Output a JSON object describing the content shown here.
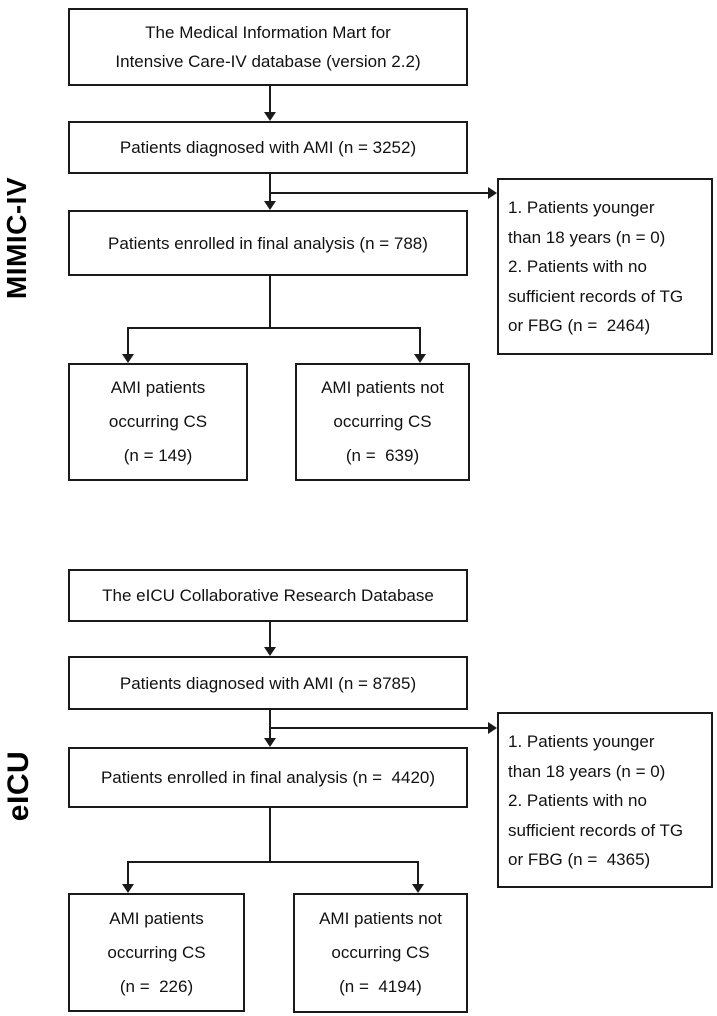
{
  "page": {
    "background_color": "#ffffff",
    "line_color": "#1a1a1a"
  },
  "charts": [
    {
      "side_label": "MIMIC-IV",
      "database_box": {
        "lines": [
          "The Medical Information Mart for",
          "Intensive Care-IV database (version 2.2)"
        ]
      },
      "diagnosed_box": {
        "text": "Patients diagnosed with AMI (n = 3252)"
      },
      "exclusion_box": {
        "lines": [
          "1. Patients younger",
          "than 18 years (n = 0)",
          "2. Patients with no",
          "sufficient records of TG",
          "or FBG (n =  2464)"
        ]
      },
      "enrolled_box": {
        "text": "Patients enrolled in final analysis (n = 788)"
      },
      "cs_box": {
        "lines": [
          "AMI patients",
          "occurring CS",
          "(n = 149)"
        ]
      },
      "no_cs_box": {
        "lines": [
          "AMI patients not",
          "occurring CS",
          "(n =  639)"
        ]
      }
    },
    {
      "side_label": "eICU",
      "database_box": {
        "text": "The eICU Collaborative Research Database"
      },
      "diagnosed_box": {
        "text": "Patients diagnosed with AMI (n = 8785)"
      },
      "exclusion_box": {
        "lines": [
          "1. Patients younger",
          "than 18 years (n = 0)",
          "2. Patients with no",
          "sufficient records of TG",
          "or FBG (n =  4365)"
        ]
      },
      "enrolled_box": {
        "text": "Patients enrolled in final analysis (n =  4420)"
      },
      "cs_box": {
        "lines": [
          "AMI patients",
          "occurring CS",
          "(n =  226)"
        ]
      },
      "no_cs_box": {
        "lines": [
          "AMI patients not",
          "occurring CS",
          "(n =  4194)"
        ]
      }
    }
  ]
}
